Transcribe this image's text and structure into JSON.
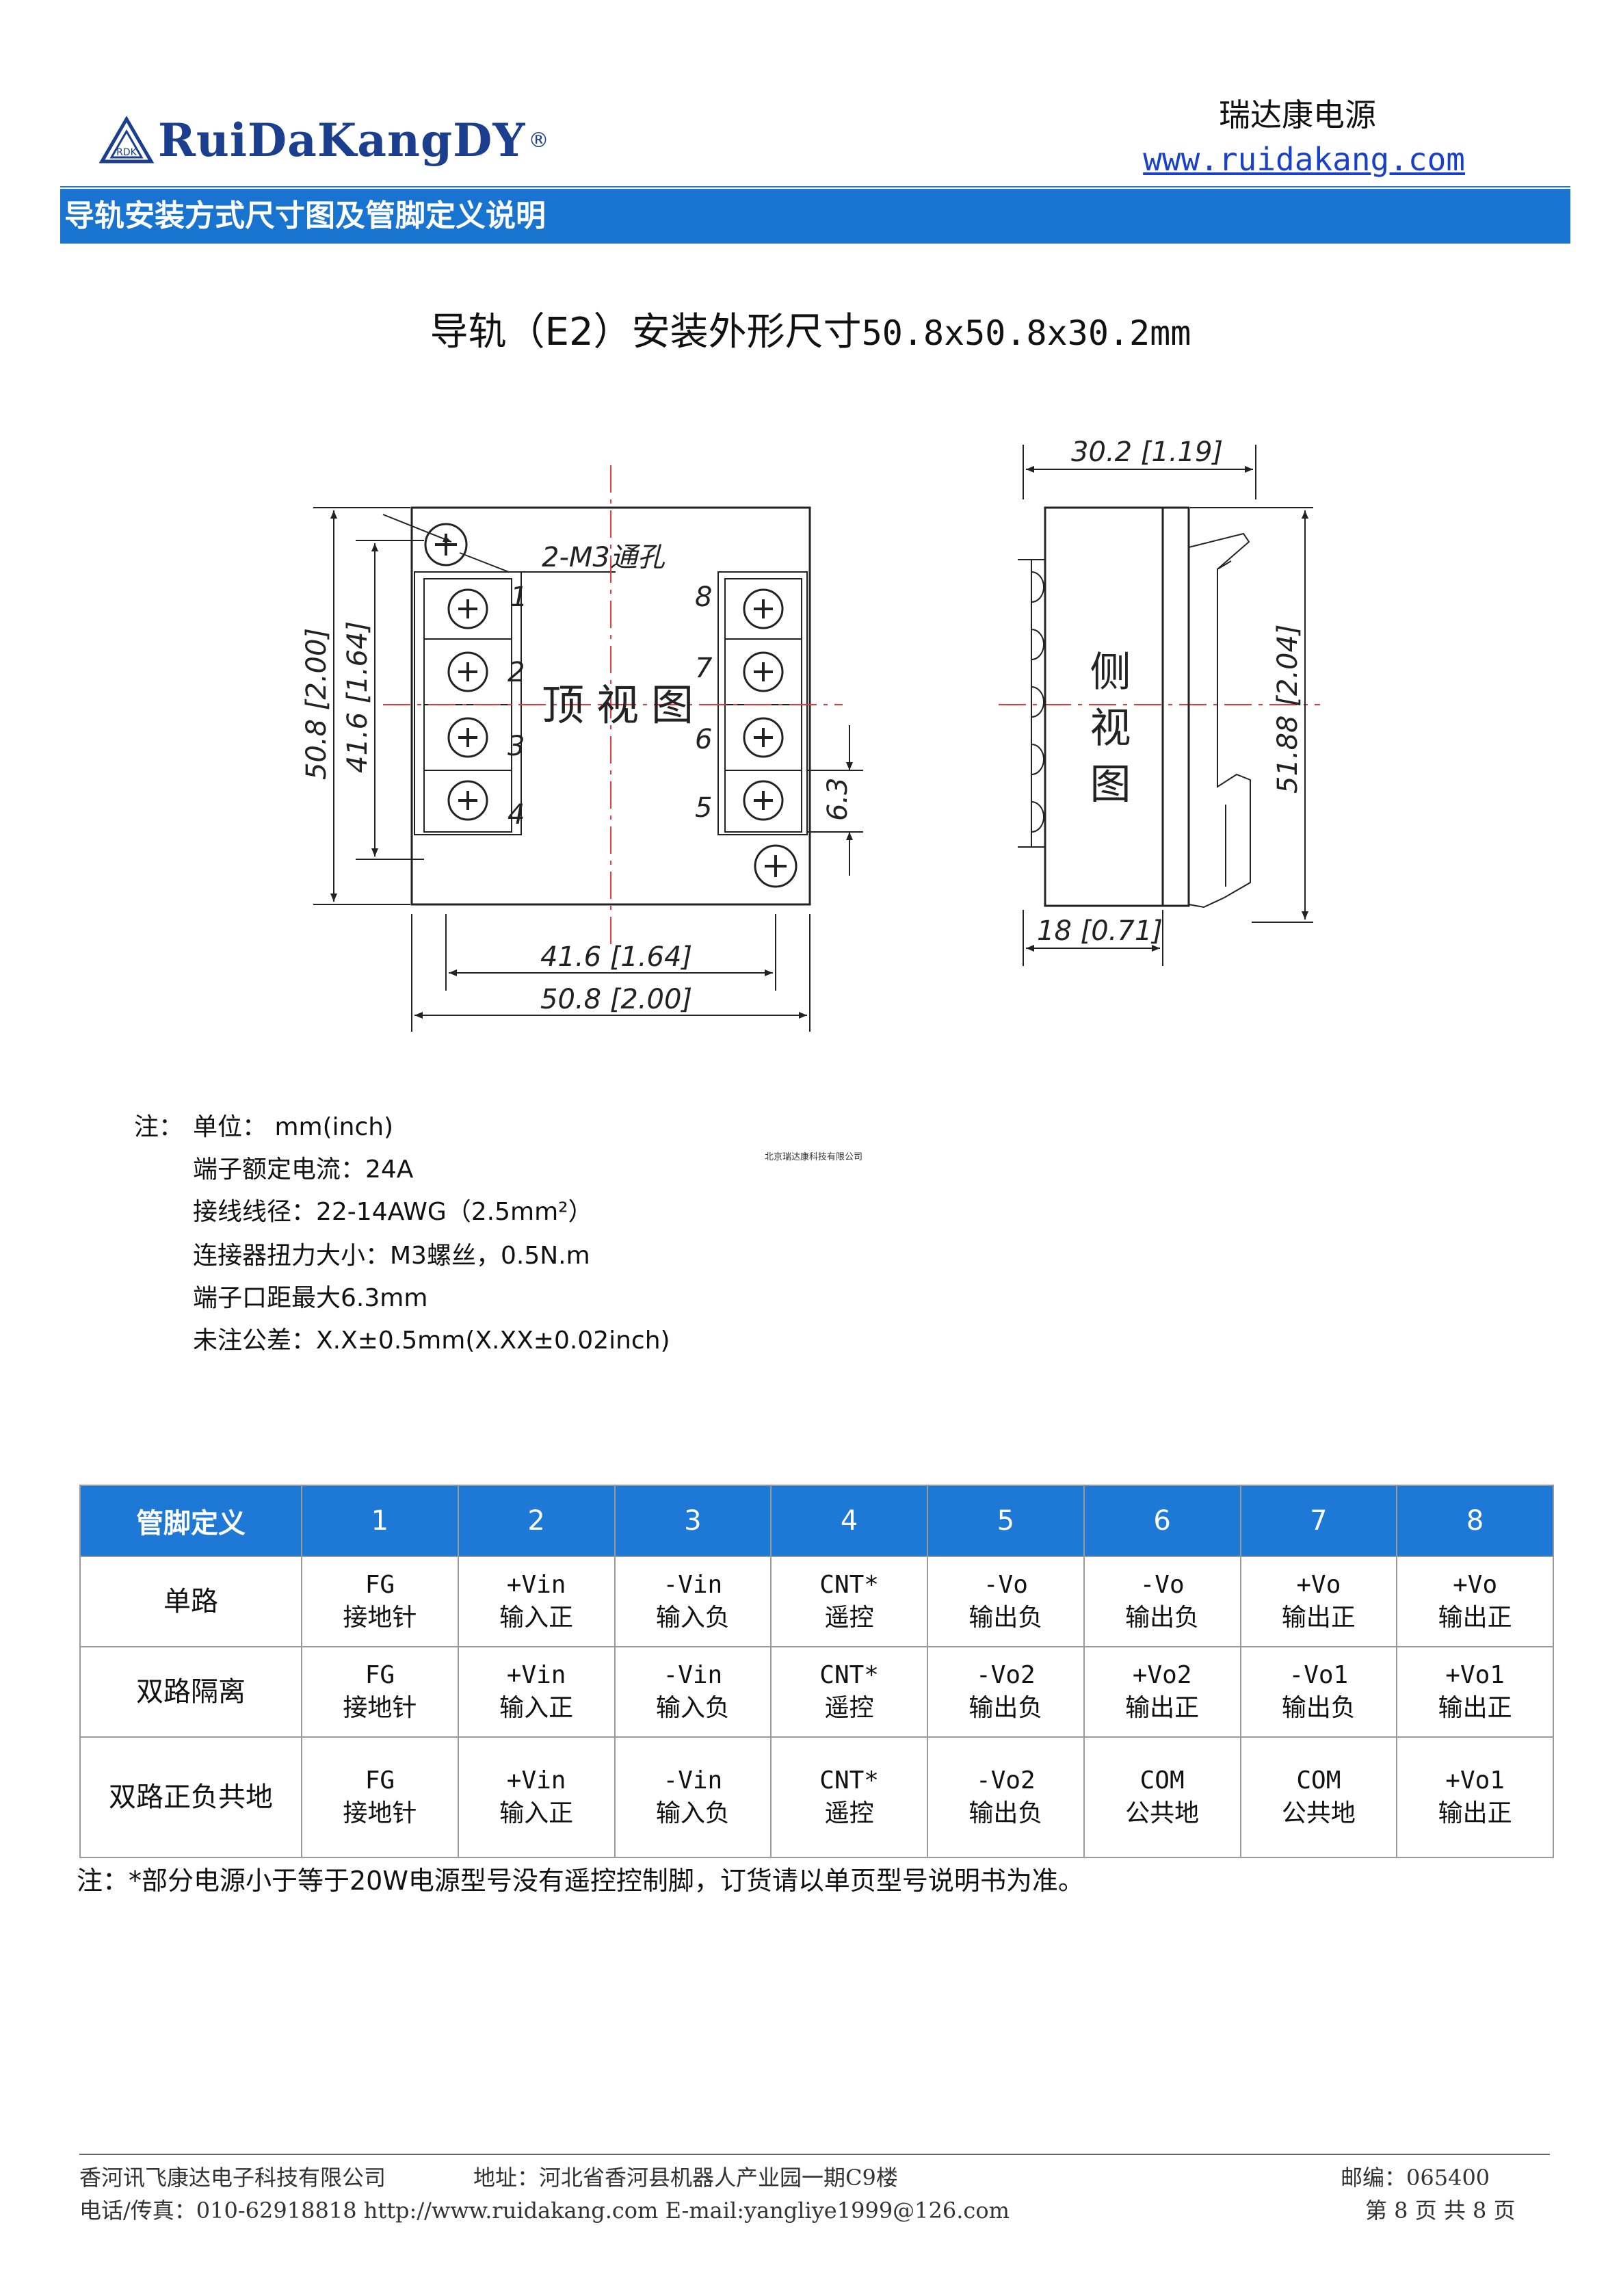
{
  "header": {
    "logo_text": "RuiDaKangDY",
    "logo_mark": "®",
    "brand_name": "瑞达康电源",
    "website": "www.ruidakang.com"
  },
  "banner": {
    "title": "导轨安装方式尺寸图及管脚定义说明"
  },
  "drawing": {
    "title_cn": "导轨（E2）安装外形尺寸",
    "title_dims": "50.8x50.8x30.2mm",
    "top_view_label": "顶视图",
    "side_view_label": "侧视图",
    "hole_label": "2-M3通孔",
    "pin_numbers_left": [
      "1",
      "2",
      "3",
      "4"
    ],
    "pin_numbers_right": [
      "8",
      "7",
      "6",
      "5"
    ],
    "dim_height_outer": "50.8 [2.00]",
    "dim_height_inner": "41.6 [1.64]",
    "dim_width_inner": "41.6 [1.64]",
    "dim_width_outer": "50.8 [2.00]",
    "dim_pitch": "6.3",
    "dim_depth": "30.2 [1.19]",
    "dim_side_height": "51.88 [2.04]",
    "dim_side_base": "18 [0.71]"
  },
  "notes": {
    "prefix": "注：",
    "items": [
      "单位： mm(inch)",
      "端子额定电流：24A",
      "接线线径：22-14AWG（2.5mm²）",
      "连接器扭力大小：M3螺丝，0.5N.m",
      "端子口距最大6.3mm",
      "未注公差：X.X±0.5mm(X.XX±0.02inch)"
    ]
  },
  "watermark": "北京瑞达康科技有限公司",
  "pin_table": {
    "header": [
      "管脚定义",
      "1",
      "2",
      "3",
      "4",
      "5",
      "6",
      "7",
      "8"
    ],
    "rows": [
      {
        "label": "单路",
        "cells": [
          {
            "sig": "FG",
            "desc": "接地针"
          },
          {
            "sig": "+Vin",
            "desc": "输入正"
          },
          {
            "sig": "-Vin",
            "desc": "输入负"
          },
          {
            "sig": "CNT*",
            "desc": "遥控"
          },
          {
            "sig": "-Vo",
            "desc": "输出负"
          },
          {
            "sig": "-Vo",
            "desc": "输出负"
          },
          {
            "sig": "+Vo",
            "desc": "输出正"
          },
          {
            "sig": "+Vo",
            "desc": "输出正"
          }
        ]
      },
      {
        "label": "双路隔离",
        "cells": [
          {
            "sig": "FG",
            "desc": "接地针"
          },
          {
            "sig": "+Vin",
            "desc": "输入正"
          },
          {
            "sig": "-Vin",
            "desc": "输入负"
          },
          {
            "sig": "CNT*",
            "desc": "遥控"
          },
          {
            "sig": "-Vo2",
            "desc": "输出负"
          },
          {
            "sig": "+Vo2",
            "desc": "输出正"
          },
          {
            "sig": "-Vo1",
            "desc": "输出负"
          },
          {
            "sig": "+Vo1",
            "desc": "输出正"
          }
        ]
      },
      {
        "label": "双路正负共地",
        "cells": [
          {
            "sig": "FG",
            "desc": "接地针"
          },
          {
            "sig": "+Vin",
            "desc": "输入正"
          },
          {
            "sig": "-Vin",
            "desc": "输入负"
          },
          {
            "sig": "CNT*",
            "desc": "遥控"
          },
          {
            "sig": "-Vo2",
            "desc": "输出负"
          },
          {
            "sig": "COM",
            "desc": "公共地"
          },
          {
            "sig": "COM",
            "desc": "公共地"
          },
          {
            "sig": "+Vo1",
            "desc": "输出正"
          }
        ]
      }
    ],
    "note": "注：*部分电源小于等于20W电源型号没有遥控控制脚，订货请以单页型号说明书为准。"
  },
  "footer": {
    "company": "香河讯飞康达电子科技有限公司",
    "address": "地址：河北省香河县机器人产业园一期C9楼",
    "postcode": "邮编：065400",
    "contact": "电话/传真：010-62918818  http://www.ruidakang.com  E-mail:yangliye1999@126.com",
    "page": "第 8 页 共 8 页"
  },
  "colors": {
    "brand_blue": "#1b3e8e",
    "banner_blue": "#1974cf",
    "table_header": "#1e78d6",
    "center_line": "#e23b3b"
  }
}
